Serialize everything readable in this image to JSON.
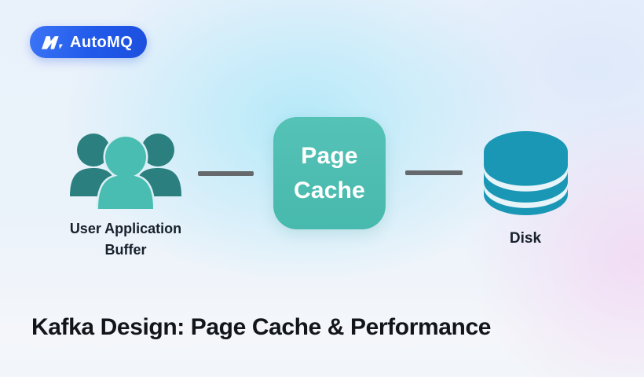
{
  "logo": {
    "brand": "AutoMQ"
  },
  "diagram": {
    "nodes": [
      {
        "id": "user-buffer",
        "label": "User Application Buffer",
        "icon": "users-group-icon"
      },
      {
        "id": "page-cache",
        "label": "Page\nCache",
        "icon": "none"
      },
      {
        "id": "disk",
        "label": "Disk",
        "icon": "database-cylinder-icon"
      }
    ],
    "connectors": [
      {
        "from": "user-buffer",
        "to": "page-cache"
      },
      {
        "from": "page-cache",
        "to": "disk"
      }
    ]
  },
  "title": "Kafka Design: Page Cache & Performance",
  "icons": {
    "logo_mark": "automq-m-icon",
    "user_buffer": "users-group-icon",
    "disk": "database-cylinder-icon"
  },
  "colors": {
    "logo_gradient_start": "#3B74F6",
    "logo_gradient_end": "#1D4FDE",
    "teal_front": "#4ABDB2",
    "teal_back": "#2B807F",
    "page_cache_fill": "#4CBCB1",
    "disk_fill": "#1A97B5",
    "disk_gap": "#E7F4F9",
    "connector_gray": "#66696C",
    "label_text": "#17202B",
    "title_text": "#121519"
  }
}
